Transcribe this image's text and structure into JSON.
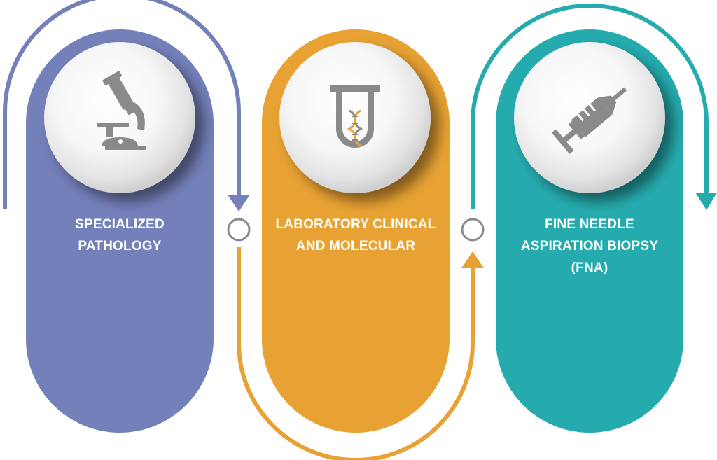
{
  "steps": [
    {
      "title_lines": [
        "SPECIALIZED",
        "PATHOLOGY"
      ],
      "icon": "microscope-icon",
      "color": "#7480BA"
    },
    {
      "title_lines": [
        "LABORATORY CLINICAL",
        "AND MOLECULAR"
      ],
      "icon": "test-tube-dna-icon",
      "color": "#E8A233"
    },
    {
      "title_lines": [
        "FINE NEEDLE",
        "ASPIRATION BIOPSY",
        "(FNA)"
      ],
      "icon": "syringe-icon",
      "color": "#25ABAE"
    }
  ],
  "colors": {
    "icon": "#8A8A8A",
    "connector_ring": "#8A8A8A"
  }
}
